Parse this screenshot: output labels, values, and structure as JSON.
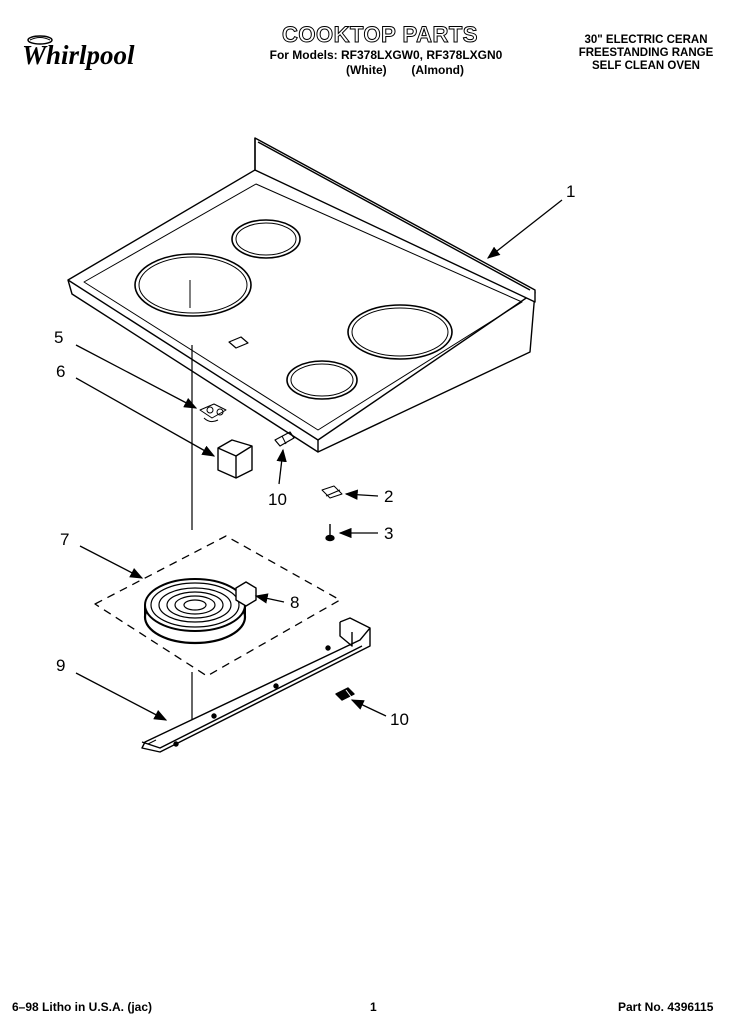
{
  "header": {
    "brand": "Whirlpool",
    "title": "COOKTOP PARTS",
    "models_line": "For Models: RF378LXGW0, RF378LXGN0",
    "variant_white": "(White)",
    "variant_almond": "(Almond)",
    "description": [
      "30\" ELECTRIC CERAN",
      "FREESTANDING RANGE",
      "SELF CLEAN OVEN"
    ]
  },
  "callouts": {
    "c1": "1",
    "c2": "2",
    "c3": "3",
    "c5": "5",
    "c6": "6",
    "c7": "7",
    "c8": "8",
    "c9": "9",
    "c10a": "10",
    "c10b": "10"
  },
  "footer": {
    "litho": "6–98 Litho in U.S.A. (jac)",
    "page": "1",
    "part_no": "Part No. 4396115"
  }
}
